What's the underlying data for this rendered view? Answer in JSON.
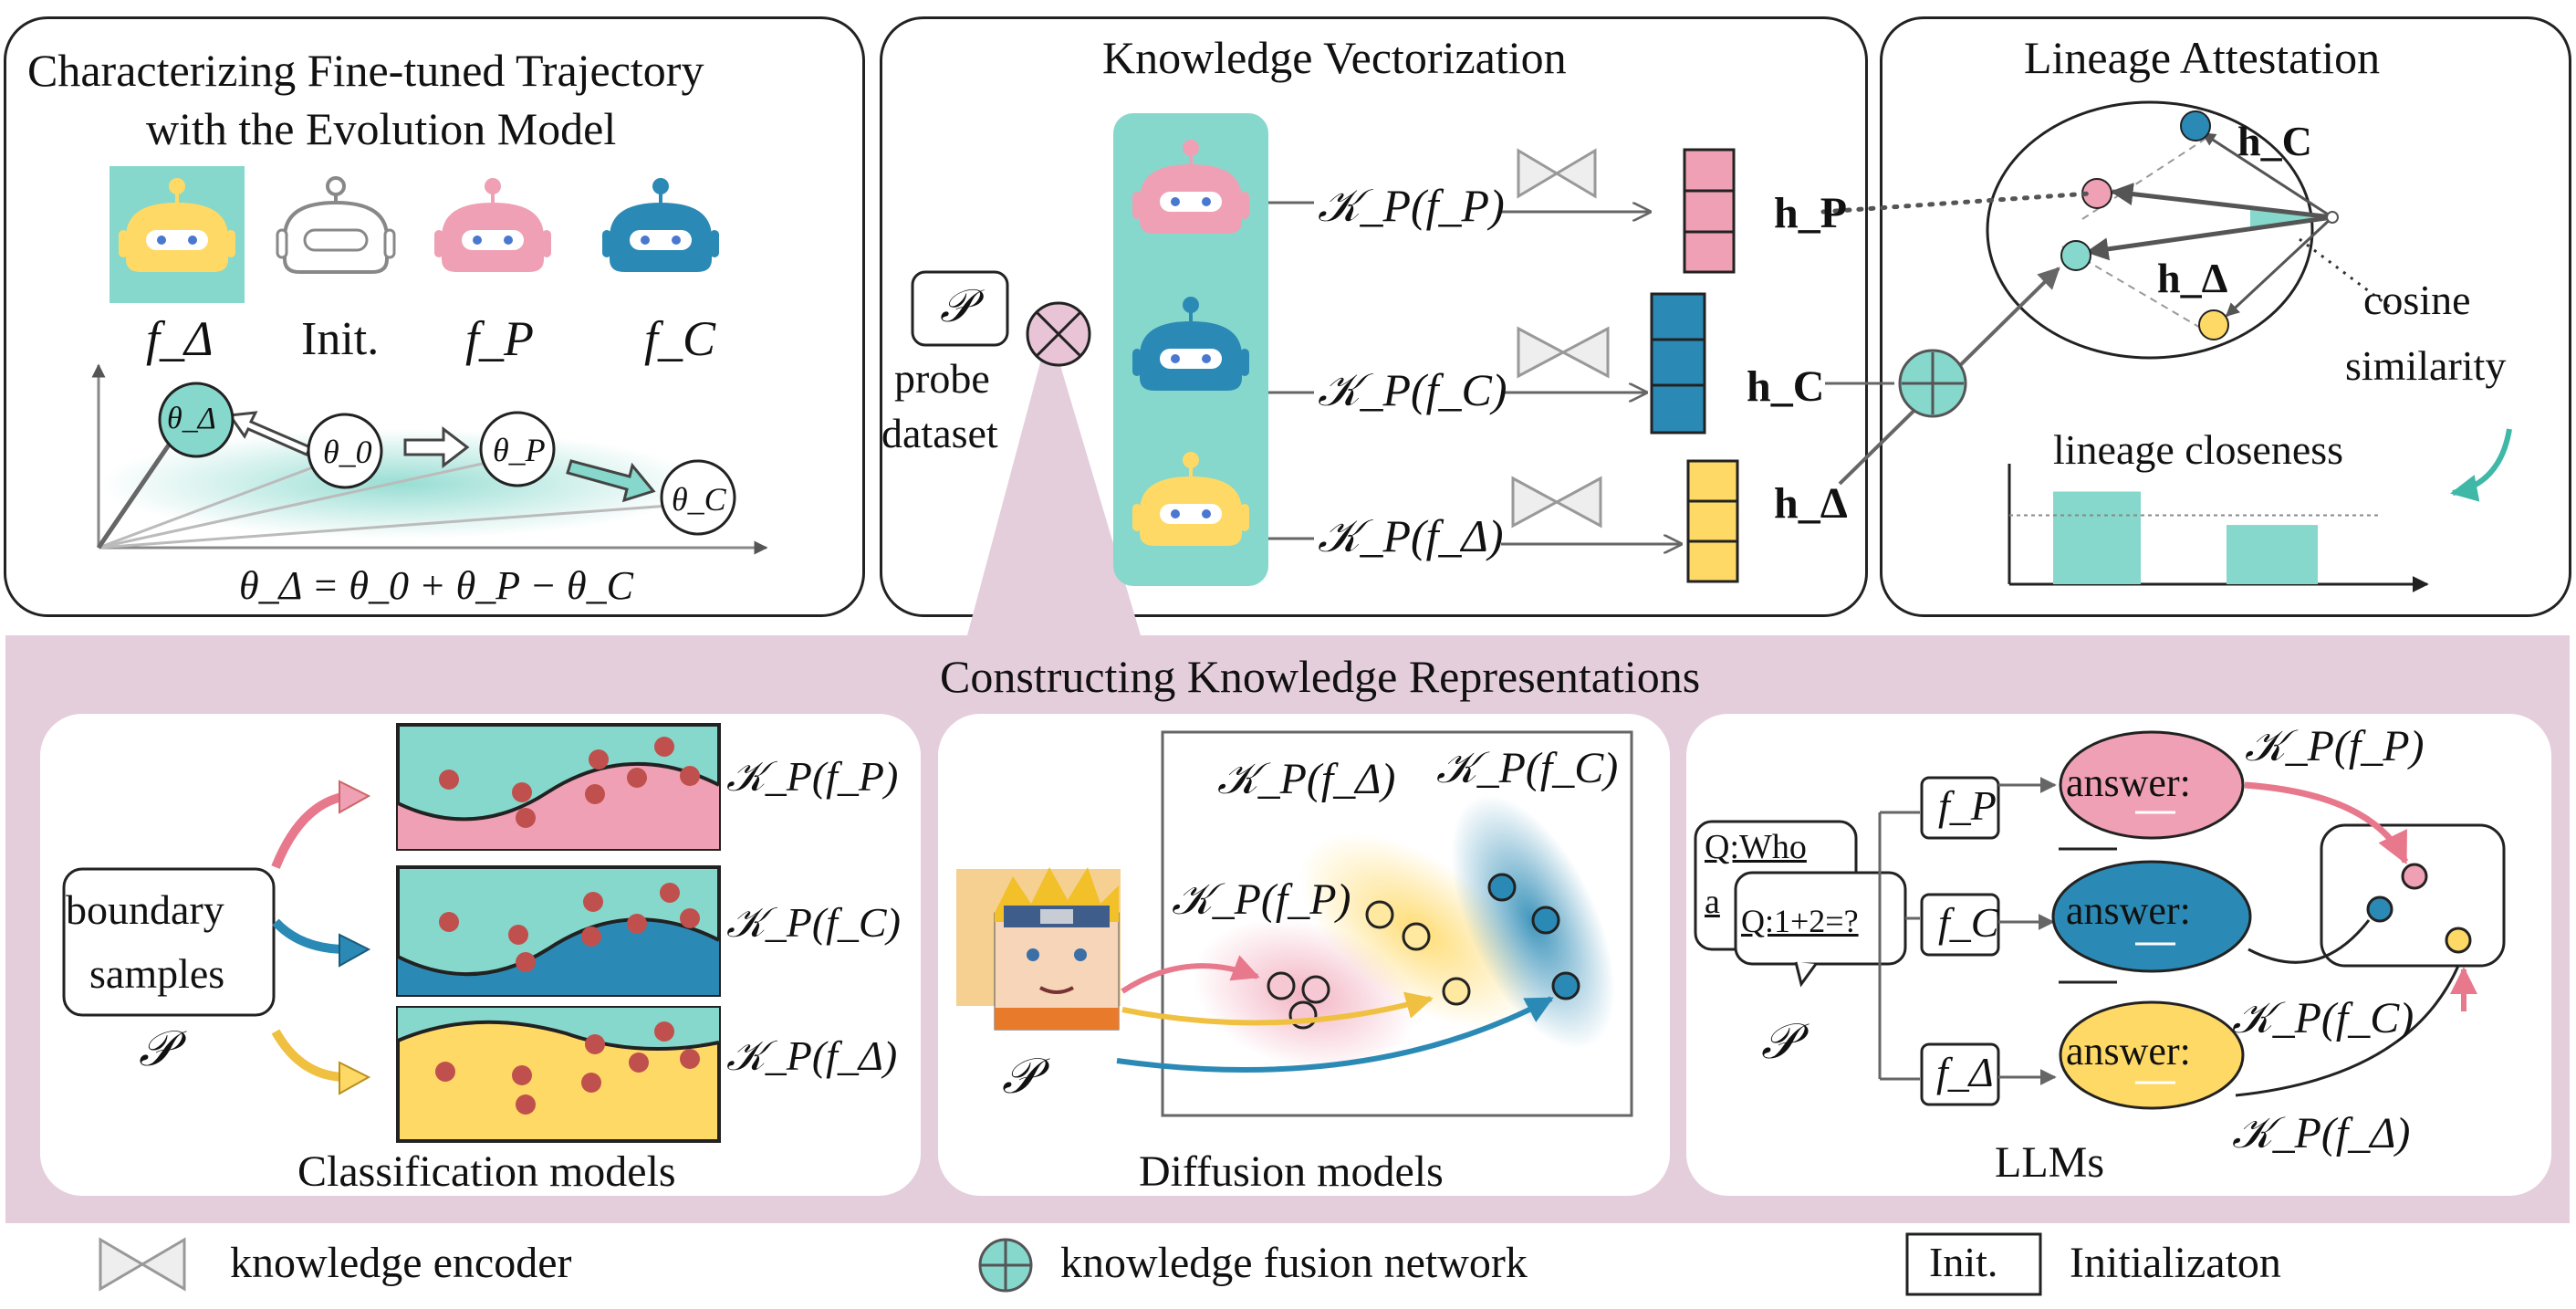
{
  "colors": {
    "teal": "#86d8cc",
    "pink": "#f0a0b4",
    "blue": "#2b8ab5",
    "yellow": "#ffd966",
    "band": "#e5cedc",
    "dot": "#c0504d"
  },
  "panel1": {
    "title_line1": "Characterizing Fine-tuned Trajectory",
    "title_line2": "with the Evolution Model",
    "robots": [
      {
        "label": "f_Δ",
        "icon": "robot-yellow-icon"
      },
      {
        "label": "Init.",
        "icon": "robot-outline-icon"
      },
      {
        "label": "f_P",
        "icon": "robot-pink-icon"
      },
      {
        "label": "f_C",
        "icon": "robot-blue-icon"
      }
    ],
    "theta_delta": "θ_Δ",
    "theta_0": "θ_0",
    "theta_p": "θ_P",
    "theta_c": "θ_C",
    "equation": "θ_Δ = θ_0 + θ_P − θ_C"
  },
  "panel2": {
    "title": "Knowledge Vectorization",
    "probe_symbol": "𝒫",
    "probe_label_1": "probe",
    "probe_label_2": "dataset",
    "k_p": "𝒦_P(f_P)",
    "k_c": "𝒦_P(f_C)",
    "k_d": "𝒦_P(f_Δ)",
    "h_p": "h_P",
    "h_c": "h_C",
    "h_d": "h_Δ"
  },
  "panel3": {
    "title": "Lineage Attestation",
    "h_c": "h_C",
    "h_d": "h_Δ",
    "cos_1": "cosine",
    "cos_2": "similarity",
    "closeness": "lineage closeness",
    "bars": [
      0.86,
      0.55
    ],
    "threshold": 0.64
  },
  "bottom": {
    "title": "Constructing Knowledge Representations",
    "classification": {
      "boundary_1": "boundary",
      "boundary_2": "samples",
      "probe": "𝒫",
      "k_p": "𝒦_P(f_P)",
      "k_c": "𝒦_P(f_C)",
      "k_d": "𝒦_P(f_Δ)",
      "caption": "Classification models"
    },
    "diffusion": {
      "k_d": "𝒦_P(f_Δ)",
      "k_c": "𝒦_P(f_C)",
      "k_p": "𝒦_P(f_P)",
      "probe": "𝒫",
      "caption": "Diffusion models"
    },
    "llm": {
      "q1": "Q:Who",
      "q1b": "a",
      "q2": "Q:1+2=?",
      "f_p": "f_P",
      "f_c": "f_C",
      "f_d": "f_Δ",
      "answer": "answer:",
      "k_p": "𝒦_P(f_P)",
      "k_c": "𝒦_P(f_C)",
      "k_d": "𝒦_P(f_Δ)",
      "probe": "𝒫",
      "caption": "LLMs"
    }
  },
  "legend": {
    "encoder": "knowledge encoder",
    "fusion": "knowledge fusion network",
    "init_box": "Init.",
    "init_text": "Initializaton"
  }
}
